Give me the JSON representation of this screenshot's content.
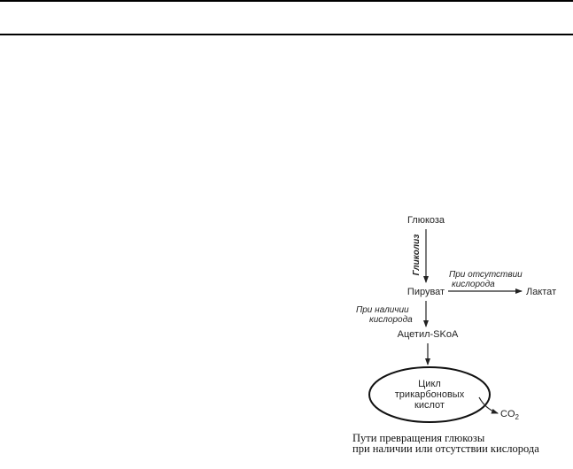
{
  "diagram": {
    "nodes": {
      "glucose": "Глюкоза",
      "pyruvate": "Пируват",
      "lactate": "Лактат",
      "acetyl": "Ацетил-SKoA",
      "cycle_line1": "Цикл",
      "cycle_line2": "трикарбоновых",
      "cycle_line3": "кислот",
      "co2_base": "CO",
      "co2_sub": "2"
    },
    "labels": {
      "glycolysis": "Гликолиз",
      "no_oxygen_line1": "При отсутствии",
      "no_oxygen_line2": "кислорода",
      "with_oxygen_line1": "При наличии",
      "with_oxygen_line2": "кислорода"
    }
  },
  "caption": {
    "line1": "Пути превращения глюкозы",
    "line2": "при наличии или отсутствии кислорода"
  }
}
